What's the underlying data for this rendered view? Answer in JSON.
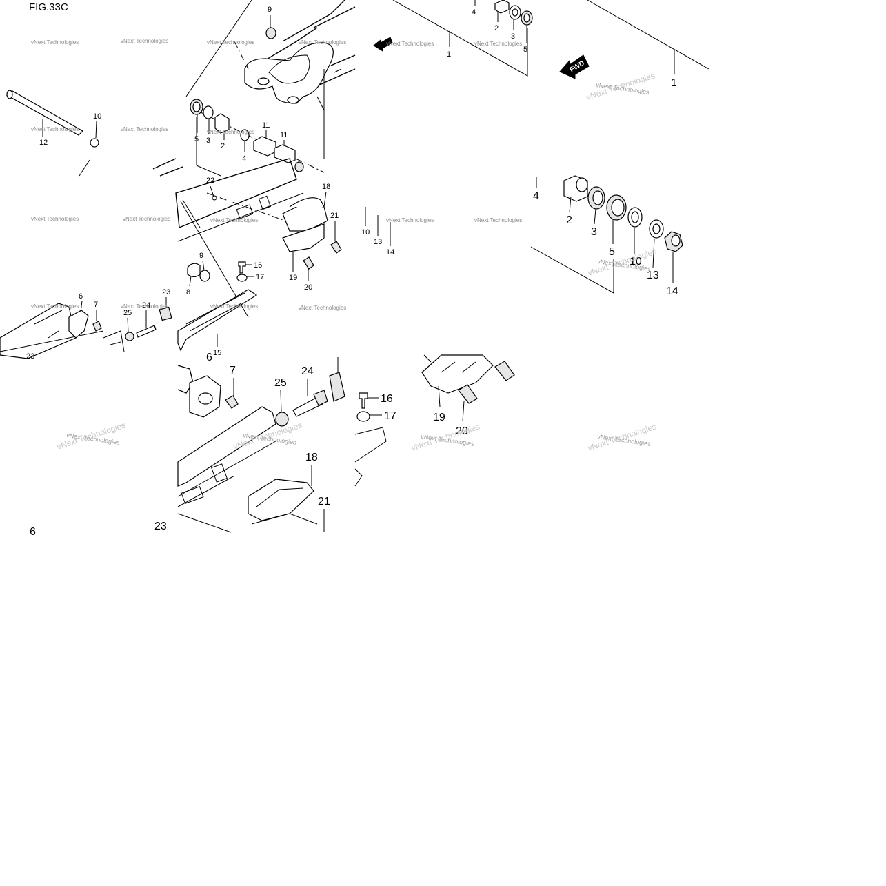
{
  "figure": {
    "title": "FIG.33C",
    "fwd_label": "FWD"
  },
  "watermark": {
    "text": "vNext Technologies"
  },
  "callouts": {
    "main": {
      "c1": "1",
      "c2": "2",
      "c3": "3",
      "c4": "4",
      "c5": "5",
      "c2b": "2",
      "c3b": "3",
      "c4b": "4",
      "c5b": "5",
      "c6": "6",
      "c7": "7",
      "c8": "8",
      "c9": "9",
      "c9b": "9",
      "c10": "10",
      "c10b": "10",
      "c11": "11",
      "c11b": "11",
      "c12": "12",
      "c13": "13",
      "c14": "14",
      "c15": "15",
      "c16": "16",
      "c17": "17",
      "c18": "18",
      "c19": "19",
      "c20": "20",
      "c21": "21",
      "c22": "22",
      "c23": "23",
      "c24": "24",
      "c25": "25"
    },
    "zoom_right_top": {
      "c1": "1",
      "c2": "2",
      "c3": "3",
      "c4": "4",
      "c5": "5",
      "c10": "10",
      "c13": "13",
      "c14": "14"
    },
    "zoom_bottom": {
      "c6": "6",
      "c7": "7",
      "c16": "16",
      "c17": "17",
      "c18": "18",
      "c19": "19",
      "c20": "20",
      "c21": "21",
      "c23": "23",
      "c24": "24",
      "c25": "25"
    }
  }
}
